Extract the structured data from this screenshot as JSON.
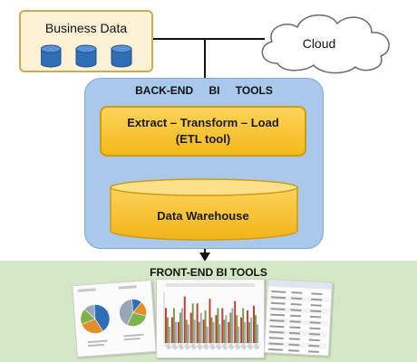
{
  "business_data": {
    "label": "Business Data"
  },
  "cloud": {
    "label": "Cloud"
  },
  "backend": {
    "title": "BACK-END BI TOOLS"
  },
  "etl": {
    "line1": "Extract – Transform – Load",
    "line2": "(ETL tool)"
  },
  "warehouse": {
    "label": "Data Warehouse"
  },
  "frontend": {
    "title": "FRONT-END BI TOOLS"
  },
  "colors": {
    "business_fill": "#fdf1d6",
    "backend_fill": "#a9c8ea",
    "etl_fill": "#f4b91a",
    "frontend_fill": "#d5e8c6",
    "cylinder_blue": "#2f6db5"
  },
  "dashboard": {
    "pie_slices": [
      0.42,
      0.28,
      0.18,
      0.12
    ],
    "bar_series": [
      [
        30,
        22,
        18,
        40,
        26,
        34,
        20,
        38,
        24,
        30,
        18,
        36,
        22,
        28,
        32
      ],
      [
        22,
        30,
        26,
        20,
        34,
        18,
        28,
        22,
        30,
        20,
        26,
        24,
        30,
        18,
        24
      ],
      [
        14,
        18,
        30,
        16,
        20,
        26,
        14,
        18,
        16,
        24,
        30,
        14,
        18,
        22,
        16
      ]
    ]
  }
}
